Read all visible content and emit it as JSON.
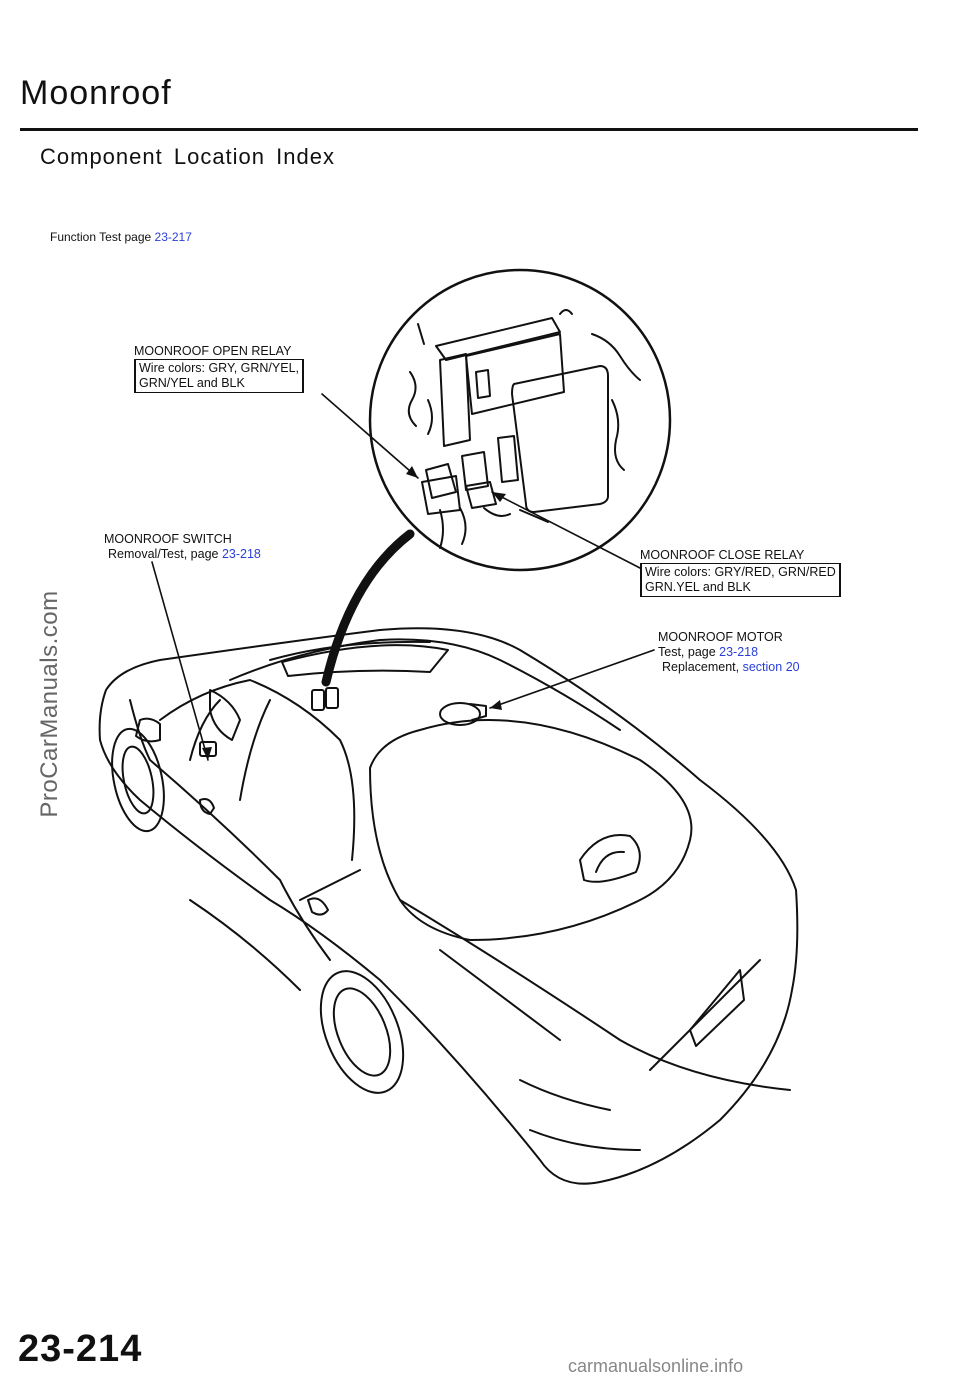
{
  "page": {
    "title": "Moonroof",
    "subtitle": "Component Location Index",
    "page_number": "23-214"
  },
  "function_test": {
    "text": "Function Test page ",
    "link": "23-217"
  },
  "callouts": {
    "open_relay": {
      "name": "MOONROOF OPEN RELAY",
      "line1": "Wire colors: GRY, GRN/YEL,",
      "line2": "GRN/YEL and BLK"
    },
    "switch": {
      "name": "MOONROOF  SWITCH",
      "line1_text": "Removal/Test, page ",
      "line1_link": "23-218"
    },
    "close_relay": {
      "name": "MOONROOF CLOSE RELAY",
      "line1": "Wire colors: GRY/RED, GRN/RED",
      "line2": "GRN.YEL and BLK"
    },
    "motor": {
      "name": "MOONROOF  MOTOR",
      "test_text": "Test, page ",
      "test_link": "23-218",
      "replace_text": "Replacement, ",
      "replace_link": "section 20"
    }
  },
  "watermarks": {
    "left": "ProCarManuals.com",
    "bottom": "carmanualsonline.info"
  },
  "colors": {
    "text": "#111111",
    "link": "#2a3fd6"
  }
}
